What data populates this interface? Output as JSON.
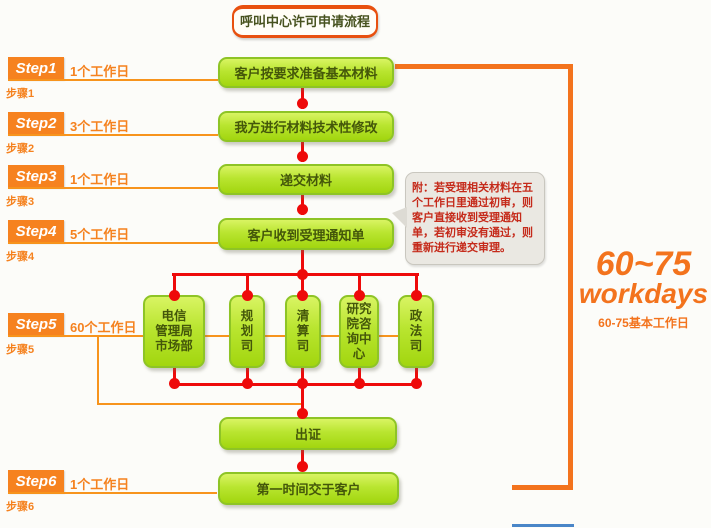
{
  "title": "呼叫中心许可申请流程",
  "steps": [
    {
      "badge": "Step1",
      "duration": "1个工作日",
      "label": "步骤1"
    },
    {
      "badge": "Step2",
      "duration": "3个工作日",
      "label": "步骤2"
    },
    {
      "badge": "Step3",
      "duration": "1个工作日",
      "label": "步骤3"
    },
    {
      "badge": "Step4",
      "duration": "5个工作日",
      "label": "步骤4"
    },
    {
      "badge": "Step5",
      "duration": "60个工作日",
      "label": "步骤5"
    },
    {
      "badge": "Step6",
      "duration": "1个工作日",
      "label": "步骤6"
    }
  ],
  "boxes": {
    "prepare": "客户按要求准备基本材料",
    "modify": "我方进行材料技术性修改",
    "submit": "递交材料",
    "notice": "客户收到受理通知单",
    "issue": "出证",
    "deliver": "第一时间交于客户"
  },
  "departments": [
    "电信\n管理局\n市场部",
    "规\n划\n司",
    "清\n算\n司",
    "研究\n院咨\n询中\n心",
    "政\n法\n司"
  ],
  "note": "附：若受理相关材料在五个工作日里通过初审，则客户直接收到受理通知单，若初审没有通过，则重新进行递交审理。",
  "summary": {
    "range": "60~75",
    "unit": "workdays",
    "caption": "60-75基本工作日"
  },
  "colors": {
    "orange": "#f5821f",
    "bracket_orange": "#f3731d",
    "red": "#ee0a0a",
    "green_fill": "#b9e530",
    "green_border": "#8ec426",
    "note_text": "#c52a1a",
    "blue": "#4a86c8"
  }
}
